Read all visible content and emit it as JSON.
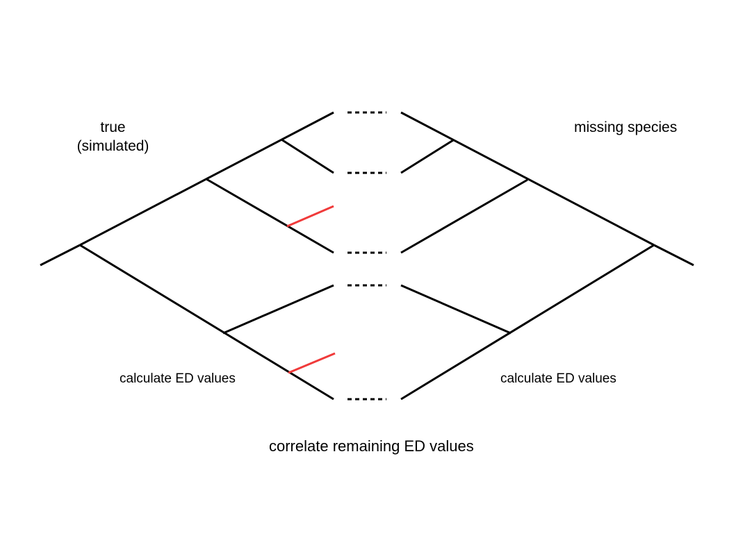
{
  "labels": {
    "true_line1": "true",
    "true_line2": "(simulated)",
    "missing": "missing species",
    "calc_left": "calculate ED values",
    "calc_right": "calculate ED values",
    "correlate": "correlate remaining ED values"
  },
  "colors": {
    "edge": "#000000",
    "pruned_branch": "#f03a3a",
    "background": "#ffffff"
  }
}
